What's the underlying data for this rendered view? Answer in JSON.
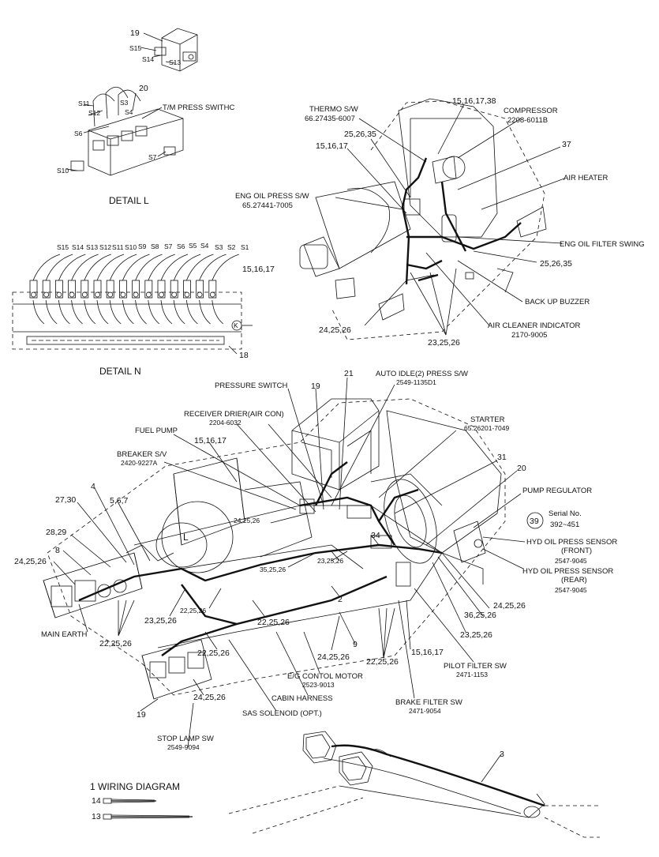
{
  "detail_l": {
    "title": "DETAIL  L",
    "callouts": [
      "19",
      "20"
    ],
    "switch_tags": [
      "S15",
      "S14",
      "S13",
      "S11",
      "S12",
      "S3",
      "S4",
      "S6",
      "S7",
      "S10"
    ],
    "tm_press_label": "T/M PRESS SWITHC"
  },
  "detail_n": {
    "title": "DETAIL  N",
    "switch_tags": [
      "S15",
      "S14",
      "S13",
      "S12",
      "S11",
      "S10",
      "S9",
      "S8",
      "S7",
      "S6",
      "S5",
      "S4",
      "S3",
      "S2",
      "S1"
    ],
    "callout_main": "15,16,17",
    "callout_bottom": "18",
    "connector_k": "K"
  },
  "engine_view": {
    "thermo_sw": "THERMO S/W",
    "thermo_pn": "66.27435-6007",
    "callout_top": "15,16,17,38",
    "compressor": "COMPRESSOR",
    "compressor_pn": "2208-6011B",
    "callout_252635_a": "25,26,35",
    "callout_151617": "15,16,17",
    "callout_37": "37",
    "air_heater": "AIR HEATER",
    "eng_oil_press": "ENG OIL PRESS S/W",
    "eng_oil_press_pn": "65.27441-7005",
    "eng_oil_filter": "ENG OIL FILTER SWING",
    "callout_252635_b": "25,26,35",
    "back_up_buzzer": "BACK UP BUZZER",
    "air_cleaner": "AIR CLEANER INDICATOR",
    "air_cleaner_pn": "2170-9005",
    "callout_242526": "24,25,26",
    "callout_232526": "23,25,26"
  },
  "main_view": {
    "pressure_switch": "PRESSURE SWITCH",
    "callout_19_top": "19",
    "callout_21": "21",
    "auto_idle": "AUTO IDLE(2) PRESS S/W",
    "auto_idle_pn": "2549-1135D1",
    "receiver_drier": "RECEIVER DRIER(AIR CON)",
    "receiver_drier_pn": "2204-6032",
    "starter": "STARTER",
    "starter_pn": "65.26201-7049",
    "fuel_pump": "FUEL PUMP",
    "callout_151617": "15,16,17",
    "breaker_sv": "BREAKER S/V",
    "breaker_sv_pn": "2420-9227A",
    "callout_31": "31",
    "callout_20": "20",
    "pump_regulator": "PUMP REGULATOR",
    "callout_4": "4",
    "callout_2730": "27,30",
    "callout_567": "5,6,7",
    "callout_39": "39",
    "serial_label": "Serial No.",
    "serial_range": "392~451",
    "callout_242526_mid": "24,25,26",
    "callout_2829": "28,29",
    "detail_l_marker": "L",
    "callout_34": "34",
    "hyd_front": "HYD OIL PRESS SENSOR",
    "hyd_front_sub": "(FRONT)",
    "hyd_front_pn": "2547-9045",
    "hyd_rear": "HYD OIL PRESS SENSOR",
    "hyd_rear_sub": "(REAR)",
    "hyd_rear_pn": "2547-9045",
    "callout_8": "8",
    "callout_242526_left": "24,25,26",
    "callout_232526_a": "23,25,26",
    "callout_352526": "35,25,26",
    "callout_222526_a": "22,25,26",
    "callout_232526_b": "23,25,26",
    "callout_2": "2",
    "callout_242526_r": "24,25,26",
    "callout_362526": "36,25,26",
    "main_earth": "MAIN EARTH",
    "callout_222526_b": "22,25,26",
    "callout_222526_c": "22,25,26",
    "callout_232526_r": "23,25,26",
    "callout_222526_d": "22,25,26",
    "callout_9": "9",
    "callout_242526_low": "24,25,26",
    "callout_222526_e": "22,25,26",
    "callout_151617_low": "15,16,17",
    "pilot_filter": "PILOT FILTER SW",
    "pilot_filter_pn": "2471-1153",
    "eg_control": "E/G CONTOL MOTOR",
    "eg_control_pn": "2523-9013",
    "callout_242526_bot": "24,25,26",
    "cabin_harness": "CABIN HARNESS",
    "brake_filter": "BRAKE FILTER SW",
    "brake_filter_pn": "2471-9054",
    "callout_19_bot": "19",
    "sas_solenoid": "SAS SOLENOID (OPT.)"
  },
  "bottom": {
    "stop_lamp": "STOP LAMP SW",
    "stop_lamp_pn": "2549-9094",
    "callout_3": "3",
    "legend_1": "1   WIRING DIAGRAM",
    "legend_14": "14",
    "legend_13": "13"
  }
}
